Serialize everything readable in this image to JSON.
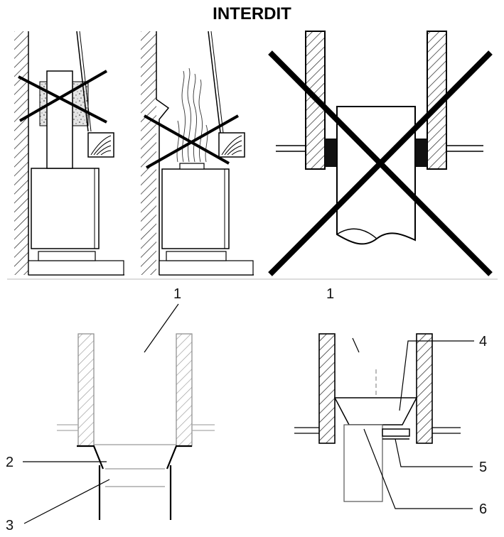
{
  "title": "INTERDIT",
  "callouts": {
    "c1_left": "1",
    "c1_right": "1",
    "c2": "2",
    "c3": "3",
    "c4": "4",
    "c5": "5",
    "c6": "6"
  }
}
